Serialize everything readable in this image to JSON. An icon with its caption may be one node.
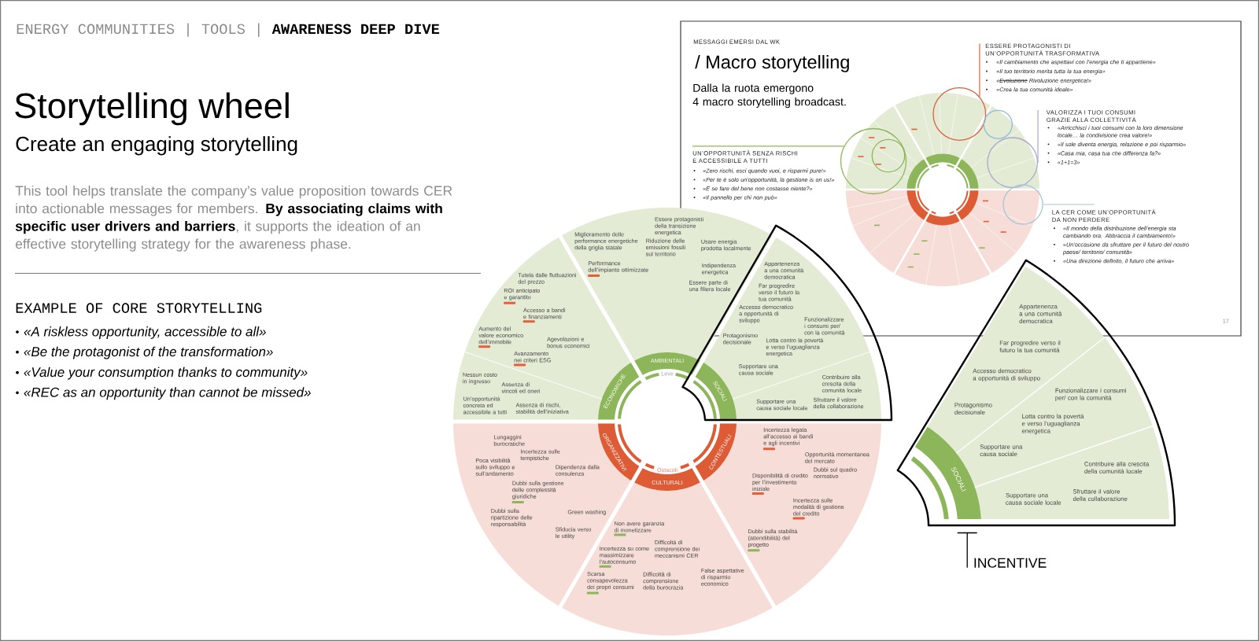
{
  "diagram": {
    "title": "Storytelling wheel",
    "nodes": [
      {
        "text": [
          "MESSAGGI EMERSI DAL WK",
          "/ Macro storytelling",
          "Dalla la ruota emergono 4 macro storytelling broadcast.",
          "17"
        ]
      },
      {
        "text": [
          "ESSERE PROTAGONISTI DI UN’OPPORTUNITÀ TRASFORMATIVA",
          "«Il cambiamento che aspettavi con l’energia che ti appartiene»",
          "«Il tuo territorio merita tutta la tua energia»",
          "«Evoluzione Rivoluzione energetica!»",
          "«Crea la tua comunità ideale»"
        ],
        "in": 0
      },
      {
        "text": [
          "VALORIZZA I TUOI CONSUMI GRAZIE ALLA COLLETTIVITÀ",
          "«Arricchisci i tuoi consumi con la loro dimensione locale… la condivisione crea valore!»",
          "«Il sole diventa energia, relazione e poi risparmio»",
          "«Casa mia, casa tua che differenza fa?»",
          "«1+1=3»"
        ],
        "in": 0
      },
      {
        "text": [
          "UN’OPPORTUNITÀ SENZA RISCHI E ACCESSIBILE A TUTTI",
          "«Zero rischi, esci quando vuoi, e risparmi pure!»",
          "«Per te è solo un’opportunità, la gestione is on us!»",
          "«E se fare del bene non costasse niente?»",
          "«Il pannello per chi non può»"
        ],
        "in": 0
      },
      {
        "text": [
          "LA CER COME UN’OPPORTUNITÀ DA NON PERDERE",
          "«Il mondo della distribuzione dell’energia sta cambiando ora. Abbraccia il cambiamento!»",
          "«Un’occasione da sfruttare per il futuro del nostro paese/ territorio/ comunità»",
          "«Una direzione definito, il futuro che arriva»"
        ],
        "in": 0
      },
      {
        "text": [],
        "shape": "circle",
        "in": 0
      },
      {
        "text": [],
        "shape": "circle",
        "in": 5
      },
      {
        "text": [],
        "shape": "circle",
        "in": 0
      },
      {
        "text": [],
        "shape": "circle",
        "in": 0
      },
      {
        "text": [],
        "shape": "circle",
        "in": 0
      },
      {
        "text": [],
        "shape": "circle",
        "in": 0
      },
      {
        "text": [
          "ECONOMICHE",
          "Tutela dalle fluttuazioni del prezzo",
          "ROI anticipato e garantito",
          "Accesso a bandi e finanziamenti",
          "Aumento del valore economico dell’immobile",
          "Agevolazioni e bonus economici",
          "Avanzamento nei criteri ESG",
          "Nessun costo in ingresso",
          "Assenza di vincoli ed oneri",
          "Un’opportunità concreta ed accessibile a tutti",
          "Assenza di rischi, stabilità dell’iniziativa"
        ]
      },
      {
        "text": [
          "AMBIENTALI",
          "Riduzione delle emissioni fossili sul territorio",
          "Essere protagonisti della transizione energetica",
          "Miglioramento delle performance energetiche della griglia statale",
          "Usare energia prodotta localmente",
          "Indipendenza energetica",
          "Performance dell’impianto ottimizzate",
          "Essere parte di una filiera locale"
        ]
      },
      {
        "text": [
          "SOCIALI",
          "Appartenenza a una comunità democratica",
          "Far progredire verso il futuro la tua comunità",
          "Accesso democratico a opportunità di sviluppo",
          "Funzionalizzare i consumi per/ con la comunità",
          "Protagonismo decisionale",
          "Lotta contro la povertà e verso l’uguaglianza energetica",
          "Supportare una causa sociale",
          "Contribuire alla crescita della comunità locale",
          "Supportare una causa sociale locale",
          "Sfruttare il valore della collaborazione"
        ]
      },
      {
        "text": [
          "ORGANIZZATIVI",
          "Lungaggini burocratiche",
          "Poca visibilità sullo sviluppo e sull’andamento",
          "Incertezza sulle tempistiche",
          "Dipendenza dalla consulenza",
          "Dubbi sulla gestione delle complessità giuridiche",
          "Dubbi sulla ripartizione delle responsabilità",
          "Green washing",
          "Sfiducia verso le utility"
        ]
      },
      {
        "text": [
          "CULTURALI",
          "Non avere garanzia di monetizzare",
          "Incertezza su come massimizzare l’autoconsumo",
          "Difficoltà di comprensione dei meccanismi CER",
          "Scarsa consapevolezza dei propri consumi",
          "Difficoltà di comprensione della burocrazia",
          "False aspettative di risparmio economico"
        ]
      },
      {
        "text": [
          "CONTESTUALI",
          "Incertezza legata all’accesso ai bandi e agli incentivi",
          "Opportunità momentanea del mercato",
          "Dubbi sul quadro normativo",
          "Disponibilità di credito per l’investimento iniziale",
          "Incertezza sulle modalità di gestione del credito",
          "Dubbi sulla stabilità (attendibilità) del progetto"
        ]
      },
      {
        "text": [
          "SOCIALI",
          "Appartenenza a una comunità democratica",
          "Far progredire verso il futuro la tua comunità",
          "Accesso democratico a opportunità di sviluppo",
          "Funzionalizzare i consumi per/ con la comunità",
          "Protagonismo decisionale",
          "Lotta contro la povertà e verso l’uguaglianza energetica",
          "Supportare una causa sociale",
          "Contribuire alla crescita della comunità locale",
          "Supportare una causa sociale locale",
          "Sfruttare il valore della collaborazione"
        ]
      },
      {
        "text": [
          "INCENTIVE"
        ]
      }
    ],
    "edges": [
      {
        "from": 1,
        "to": 7,
        "arrow": "none",
        "color": "#d9613e"
      },
      {
        "from": 2,
        "to": 9,
        "arrow": "none",
        "color": "#a6abc6"
      },
      {
        "from": 3,
        "to": 5,
        "arrow": "none",
        "color": "#8db657"
      },
      {
        "from": 4,
        "to": 10,
        "arrow": "none",
        "color": "#a9c6d8"
      },
      {
        "from": 18,
        "to": 17,
        "arrow": "none",
        "color": "#000000"
      }
    ],
    "labels": [
      "ENERGY COMMUNITIES | TOOLS |",
      "AWARENESS DEEP DIVE",
      "Create an engaging storytelling",
      "This tool helps translate the company’s value proposition towards CER into actionable messages for members. **By associating claims with specific user drivers and barriers**, it supports the ideation of an effective storytelling strategy for the awareness phase.",
      "EXAMPLE OF CORE STORYTELLING",
      "«A riskless opportunity, accessible to all»",
      "«Be the protagonist of the transformation»",
      "«Value your consumption thanks to community»",
      "«REC as an opportunity than cannot be missed»",
      "Leve",
      "Ostacoli"
    ]
  }
}
